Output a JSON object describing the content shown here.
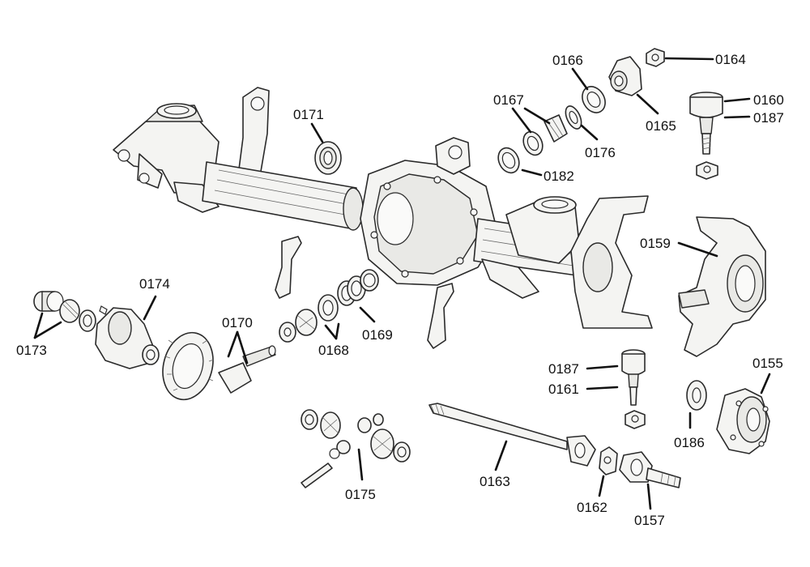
{
  "diagram": {
    "type": "exploded-parts-diagram",
    "labels": [
      {
        "id": "0164",
        "text": "0164"
      },
      {
        "id": "0166",
        "text": "0166"
      },
      {
        "id": "0160",
        "text": "0160"
      },
      {
        "id": "0187a",
        "text": "0187"
      },
      {
        "id": "0167",
        "text": "0167"
      },
      {
        "id": "0165",
        "text": "0165"
      },
      {
        "id": "0171",
        "text": "0171"
      },
      {
        "id": "0176",
        "text": "0176"
      },
      {
        "id": "0182",
        "text": "0182"
      },
      {
        "id": "0159",
        "text": "0159"
      },
      {
        "id": "0174",
        "text": "0174"
      },
      {
        "id": "0170",
        "text": "0170"
      },
      {
        "id": "0173",
        "text": "0173"
      },
      {
        "id": "0169",
        "text": "0169"
      },
      {
        "id": "0168",
        "text": "0168"
      },
      {
        "id": "0187b",
        "text": "0187"
      },
      {
        "id": "0161",
        "text": "0161"
      },
      {
        "id": "0155",
        "text": "0155"
      },
      {
        "id": "0186",
        "text": "0186"
      },
      {
        "id": "0175",
        "text": "0175"
      },
      {
        "id": "0163",
        "text": "0163"
      },
      {
        "id": "0162",
        "text": "0162"
      },
      {
        "id": "0157",
        "text": "0157"
      }
    ]
  }
}
